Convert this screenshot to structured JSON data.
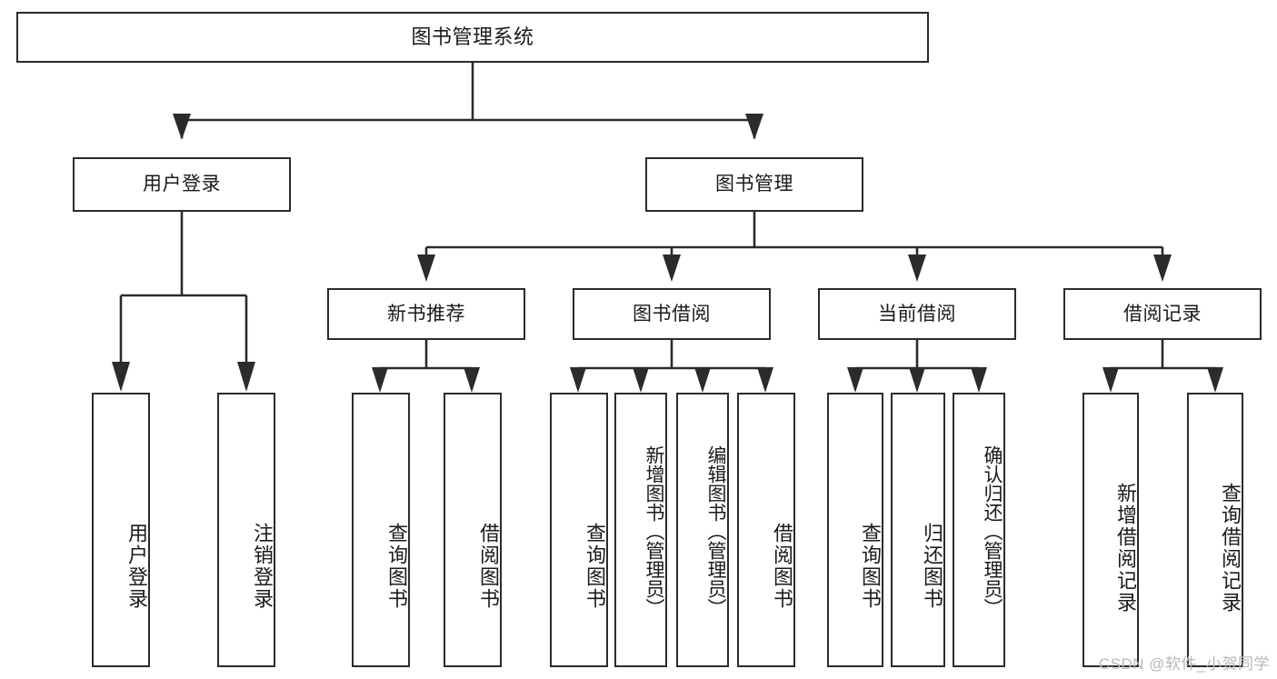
{
  "diagram": {
    "type": "tree-hierarchy-chart",
    "title": "图书管理系统",
    "watermark": "CSDN @软件_小贺同学",
    "colors": {
      "stroke": "#2b2b2b",
      "fill": "#ffffff",
      "text": "#1a1a1a",
      "watermark": "#b9b9b9"
    },
    "levels": {
      "level1": [
        {
          "id": "root",
          "label": "图书管理系统"
        }
      ],
      "level2": [
        {
          "id": "user-login",
          "label": "用户登录"
        },
        {
          "id": "book-management",
          "label": "图书管理"
        }
      ],
      "level3": [
        {
          "id": "new-book-recommend",
          "label": "新书推荐"
        },
        {
          "id": "book-borrow",
          "label": "图书借阅"
        },
        {
          "id": "current-borrow",
          "label": "当前借阅"
        },
        {
          "id": "borrow-record",
          "label": "借阅记录"
        }
      ],
      "level4": [
        {
          "id": "leaf-user-login",
          "label": "用户登录",
          "parent": "user-login"
        },
        {
          "id": "leaf-logout-login",
          "label": "注销登录",
          "parent": "user-login"
        },
        {
          "id": "leaf-query-book-1",
          "label": "查询图书",
          "parent": "new-book-recommend"
        },
        {
          "id": "leaf-borrow-book-1",
          "label": "借阅图书",
          "parent": "new-book-recommend"
        },
        {
          "id": "leaf-query-book-2",
          "label": "查询图书",
          "parent": "book-borrow"
        },
        {
          "id": "leaf-add-book",
          "label": "新增图书（管理员）",
          "parent": "book-borrow"
        },
        {
          "id": "leaf-edit-book",
          "label": "编辑图书（管理员）",
          "parent": "book-borrow"
        },
        {
          "id": "leaf-borrow-book-2",
          "label": "借阅图书",
          "parent": "book-borrow"
        },
        {
          "id": "leaf-query-book-3",
          "label": "查询图书",
          "parent": "current-borrow"
        },
        {
          "id": "leaf-return-book",
          "label": "归还图书",
          "parent": "current-borrow"
        },
        {
          "id": "leaf-confirm-return",
          "label": "确认归还（管理员）",
          "parent": "current-borrow"
        },
        {
          "id": "leaf-add-record",
          "label": "新增借阅记录",
          "parent": "borrow-record"
        },
        {
          "id": "leaf-query-record",
          "label": "查询借阅记录",
          "parent": "borrow-record"
        }
      ]
    }
  }
}
